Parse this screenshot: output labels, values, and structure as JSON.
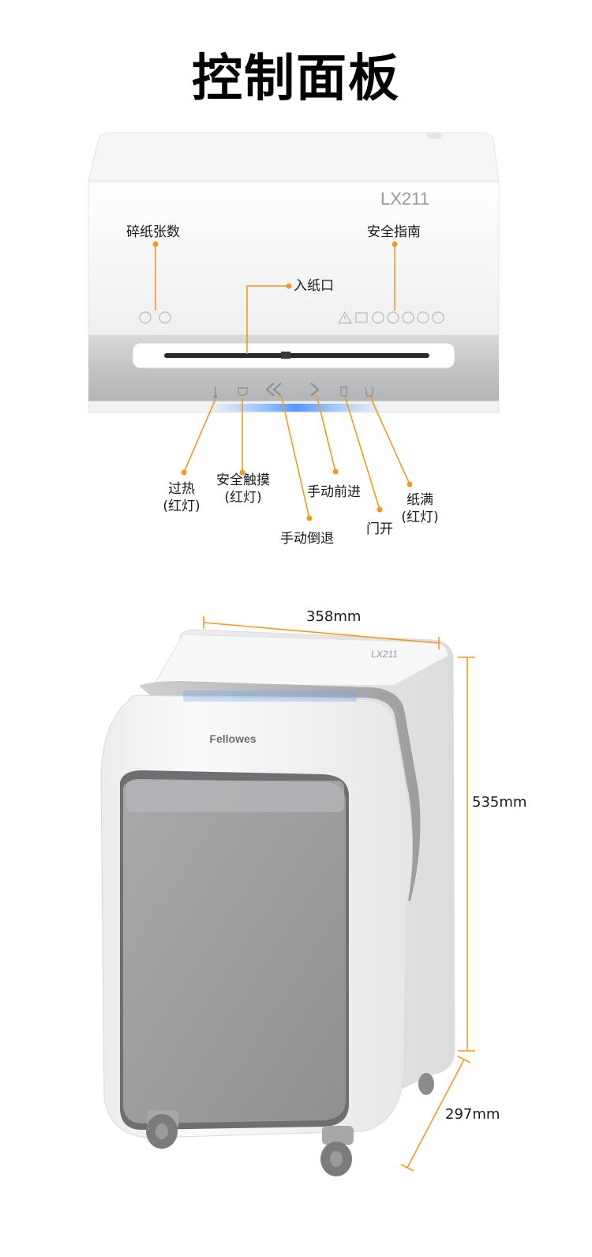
{
  "page": {
    "title": "控制面板"
  },
  "panel": {
    "model": "LX211",
    "labels": {
      "sheet_count": "碎纸张数",
      "safety_guide": "安全指南",
      "paper_entry": "入纸口",
      "overheat_line1": "过热",
      "overheat_line2": "(红灯)",
      "safety_touch_line1": "安全触摸",
      "safety_touch_line2": "(红灯)",
      "manual_reverse": "手动倒退",
      "manual_forward": "手动前进",
      "door_open": "门开",
      "bin_full_line1": "纸满",
      "bin_full_line2": "(红灯)"
    }
  },
  "product": {
    "brand": "Fellowes",
    "model": "LX211",
    "dimensions": {
      "width": "358mm",
      "height": "535mm",
      "depth": "297mm"
    }
  },
  "colors": {
    "accent_orange": "#f39a1e",
    "body_white": "#f4f4f4",
    "silver": "#bfc0c2",
    "bin_gray": "#9a9b9d",
    "led_blue": "#4aa3ff"
  },
  "icons": [
    "overheat-icon",
    "safety-touch-icon",
    "reverse-arrow-icon",
    "forward-arrow-icon",
    "door-open-icon",
    "bin-full-icon",
    "sheet-count-icon",
    "warning-icon"
  ]
}
